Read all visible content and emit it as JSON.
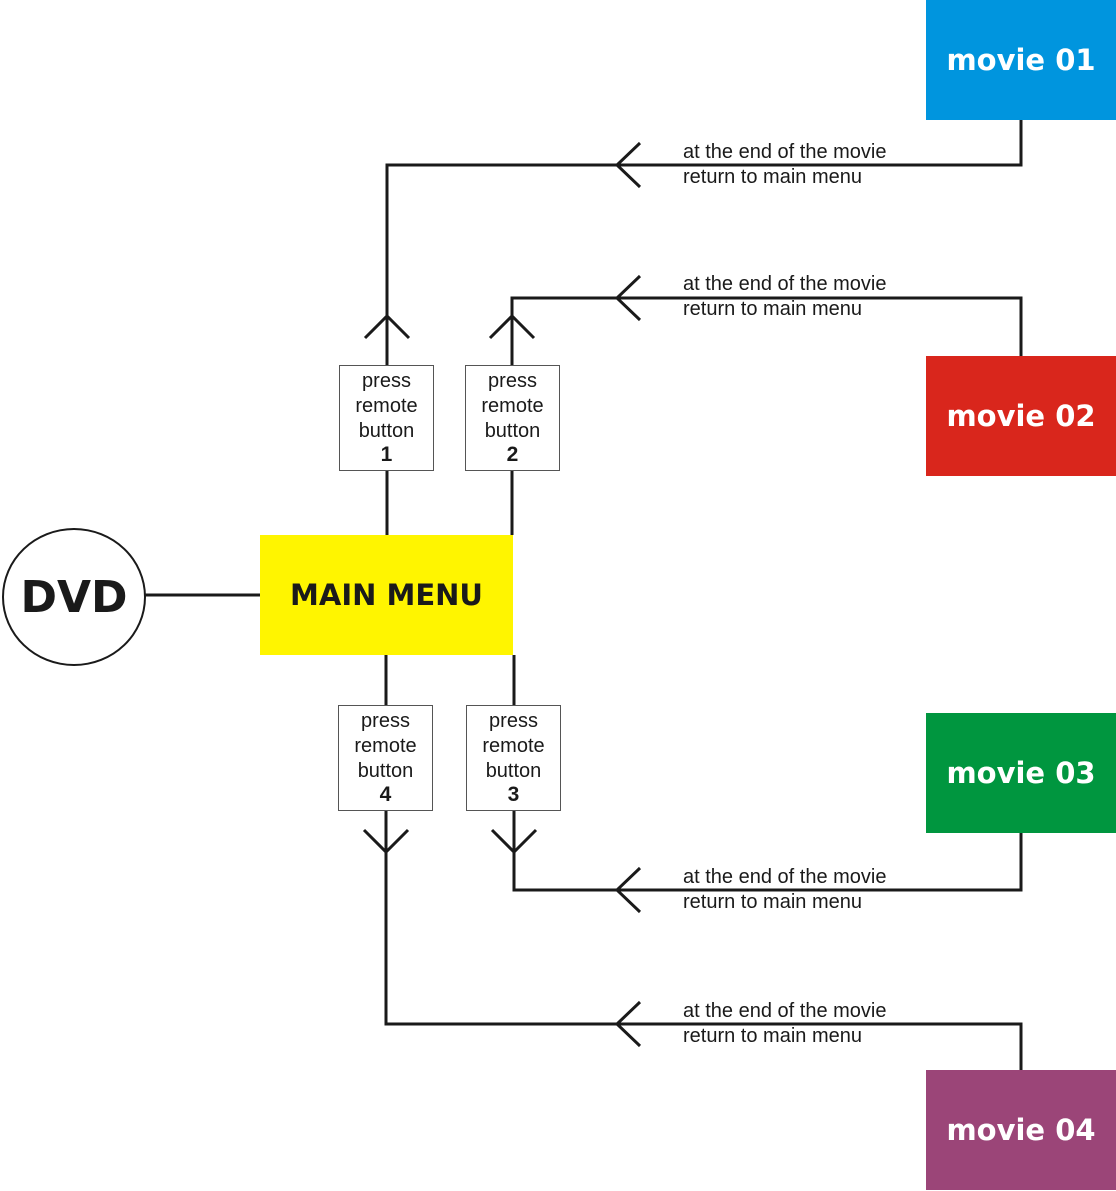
{
  "source": {
    "label": "DVD"
  },
  "main_menu": {
    "label": "MAIN MENU",
    "color": "#fff500"
  },
  "movies": [
    {
      "label": "movie 01",
      "color": "#0095de"
    },
    {
      "label": "movie 02",
      "color": "#d9261c"
    },
    {
      "label": "movie 03",
      "color": "#00963f"
    },
    {
      "label": "movie 04",
      "color": "#9b4578"
    }
  ],
  "buttons": [
    {
      "line1": "press",
      "line2": "remote",
      "line3": "button",
      "number": "1"
    },
    {
      "line1": "press",
      "line2": "remote",
      "line3": "button",
      "number": "2"
    },
    {
      "line1": "press",
      "line2": "remote",
      "line3": "button",
      "number": "3"
    },
    {
      "line1": "press",
      "line2": "remote",
      "line3": "button",
      "number": "4"
    }
  ],
  "return_notes": [
    {
      "line1": "at the end of the movie",
      "line2": "return to main menu"
    },
    {
      "line1": "at the end of the movie",
      "line2": "return to main menu"
    },
    {
      "line1": "at the end of the movie",
      "line2": "return to main menu"
    },
    {
      "line1": "at the end of the movie",
      "line2": "return to main menu"
    }
  ],
  "line_color": "#1a1a1a"
}
